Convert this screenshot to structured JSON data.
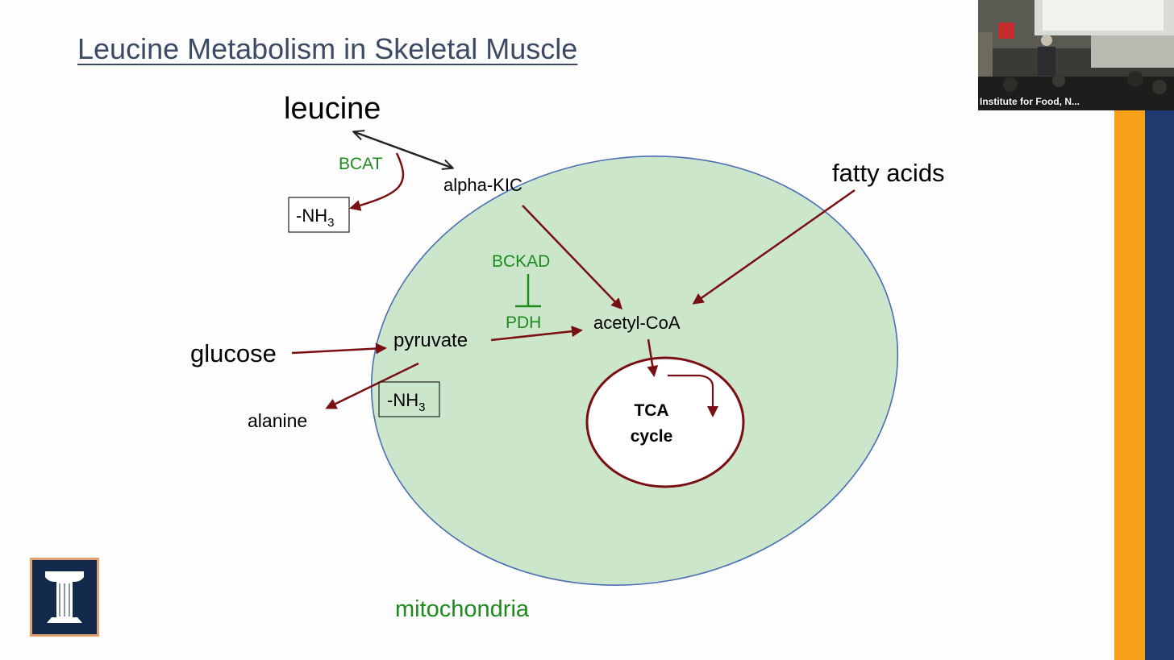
{
  "slide": {
    "title": "Leucine Metabolism in Skeletal Muscle"
  },
  "diagram": {
    "leucine": "leucine",
    "bcat": "BCAT",
    "alpha_kic": "alpha-KIC",
    "nh3_top": "-NH",
    "nh3_top_sub": "3",
    "fatty_acids": "fatty acids",
    "bckad": "BCKAD",
    "pdh": "PDH",
    "acetyl_coa": "acetyl-CoA",
    "glucose": "glucose",
    "pyruvate": "pyruvate",
    "nh3_bottom": "-NH",
    "nh3_bottom_sub": "3",
    "alanine": "alanine",
    "tca_line1": "TCA",
    "tca_line2": "cycle",
    "mitochondria": "mitochondria"
  },
  "video": {
    "caption": "Institute for Food, N..."
  },
  "colors": {
    "arrow": "#7a0f13",
    "enzyme": "#1e8a1e",
    "mito_fill": "#cce6cc",
    "mito_stroke": "#4a6fb5",
    "title": "#3c4b63",
    "orange_bar": "#f7a11a",
    "navy_bar": "#1e3a6e"
  }
}
